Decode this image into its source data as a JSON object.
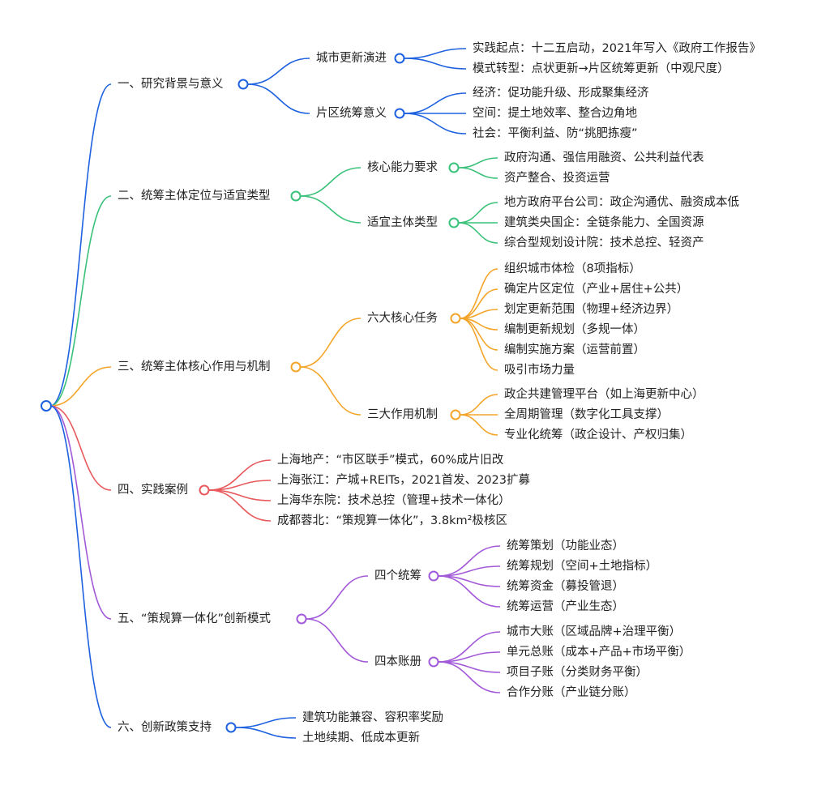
{
  "colors": {
    "blue": "#1f62e0",
    "green": "#3ac27a",
    "orange": "#f4a529",
    "red": "#e8595c",
    "purple": "#a35ad8"
  },
  "branches": [
    {
      "label": "一、研究背景与意义",
      "color": "blue",
      "children": [
        {
          "label": "城市更新演进",
          "children": [
            {
              "label": "实践起点：十二五启动，2021年写入《政府工作报告》"
            },
            {
              "label": "模式转型：点状更新→片区统筹更新（中观尺度）"
            }
          ]
        },
        {
          "label": "片区统筹意义",
          "children": [
            {
              "label": "经济：促功能升级、形成聚集经济"
            },
            {
              "label": "空间：提土地效率、整合边角地"
            },
            {
              "label": "社会：平衡利益、防“挑肥拣瘦”"
            }
          ]
        }
      ]
    },
    {
      "label": "二、统筹主体定位与适宜类型",
      "color": "green",
      "children": [
        {
          "label": "核心能力要求",
          "children": [
            {
              "label": "政府沟通、强信用融资、公共利益代表"
            },
            {
              "label": "资产整合、投资运营"
            }
          ]
        },
        {
          "label": "适宜主体类型",
          "children": [
            {
              "label": "地方政府平台公司：政企沟通优、融资成本低"
            },
            {
              "label": "建筑类央国企：全链条能力、全国资源"
            },
            {
              "label": "综合型规划设计院：技术总控、轻资产"
            }
          ]
        }
      ]
    },
    {
      "label": "三、统筹主体核心作用与机制",
      "color": "orange",
      "children": [
        {
          "label": "六大核心任务",
          "children": [
            {
              "label": "组织城市体检（8项指标）"
            },
            {
              "label": "确定片区定位（产业+居住+公共）"
            },
            {
              "label": "划定更新范围（物理+经济边界）"
            },
            {
              "label": "编制更新规划（多规一体）"
            },
            {
              "label": "编制实施方案（运营前置）"
            },
            {
              "label": "吸引市场力量"
            }
          ]
        },
        {
          "label": "三大作用机制",
          "children": [
            {
              "label": "政企共建管理平台（如上海更新中心）"
            },
            {
              "label": "全周期管理（数字化工具支撑）"
            },
            {
              "label": "专业化统筹（政企设计、产权归集）"
            }
          ]
        }
      ]
    },
    {
      "label": "四、实践案例",
      "color": "red",
      "children": [
        {
          "label": "上海地产：“市区联手”模式，60%成片旧改"
        },
        {
          "label": "上海张江：产城+REITs，2021首发、2023扩募"
        },
        {
          "label": "上海华东院：技术总控（管理+技术一体化）"
        },
        {
          "label": "成都蓉北：“策规算一体化”，3.8km²极核区"
        }
      ]
    },
    {
      "label": "五、“策规算一体化”创新模式",
      "color": "purple",
      "children": [
        {
          "label": "四个统筹",
          "children": [
            {
              "label": "统筹策划（功能业态）"
            },
            {
              "label": "统筹规划（空间+土地指标）"
            },
            {
              "label": "统筹资金（募投管退）"
            },
            {
              "label": "统筹运营（产业生态）"
            }
          ]
        },
        {
          "label": "四本账册",
          "children": [
            {
              "label": "城市大账（区域品牌+治理平衡）"
            },
            {
              "label": "单元总账（成本+产品+市场平衡）"
            },
            {
              "label": "项目子账（分类财务平衡）"
            },
            {
              "label": "合作分账（产业链分账）"
            }
          ]
        }
      ]
    },
    {
      "label": "六、创新政策支持",
      "color": "blue",
      "children": [
        {
          "label": "建筑功能兼容、容积率奖励"
        },
        {
          "label": "土地续期、低成本更新"
        }
      ]
    }
  ]
}
